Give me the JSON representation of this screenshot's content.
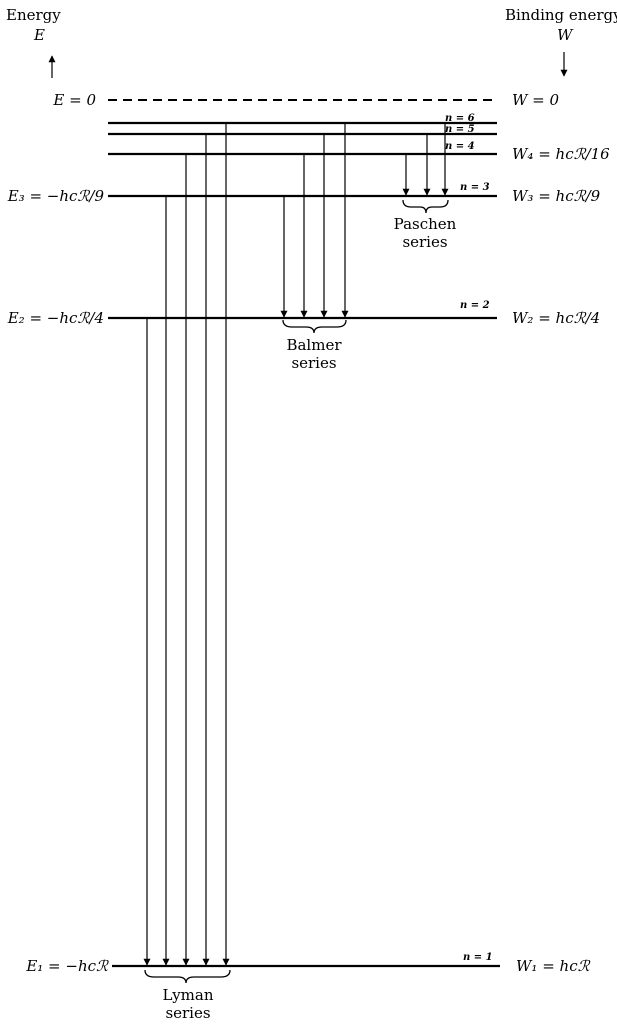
{
  "header": {
    "left_title": "Energy",
    "left_symbol": "E",
    "right_title": "Binding energy",
    "right_symbol": "W"
  },
  "levels": {
    "inf": {
      "left": "E = 0",
      "right": "W = 0"
    },
    "n6": {
      "n": "n = 6"
    },
    "n5": {
      "n": "n = 5"
    },
    "n4": {
      "n": "n = 4",
      "right": "W₄ = hcℛ/16"
    },
    "n3": {
      "n": "n = 3",
      "left": "E₃ = −hcℛ/9",
      "right": "W₃ = hcℛ/9"
    },
    "n2": {
      "n": "n = 2",
      "left": "E₂ = −hcℛ/4",
      "right": "W₂ = hcℛ/4"
    },
    "n1": {
      "n": "n = 1",
      "left": "E₁ = −hcℛ",
      "right": "W₁ = hcℛ"
    }
  },
  "series": {
    "paschen": [
      "Paschen",
      "series"
    ],
    "balmer": [
      "Balmer",
      "series"
    ],
    "lyman": [
      "Lyman",
      "series"
    ]
  }
}
